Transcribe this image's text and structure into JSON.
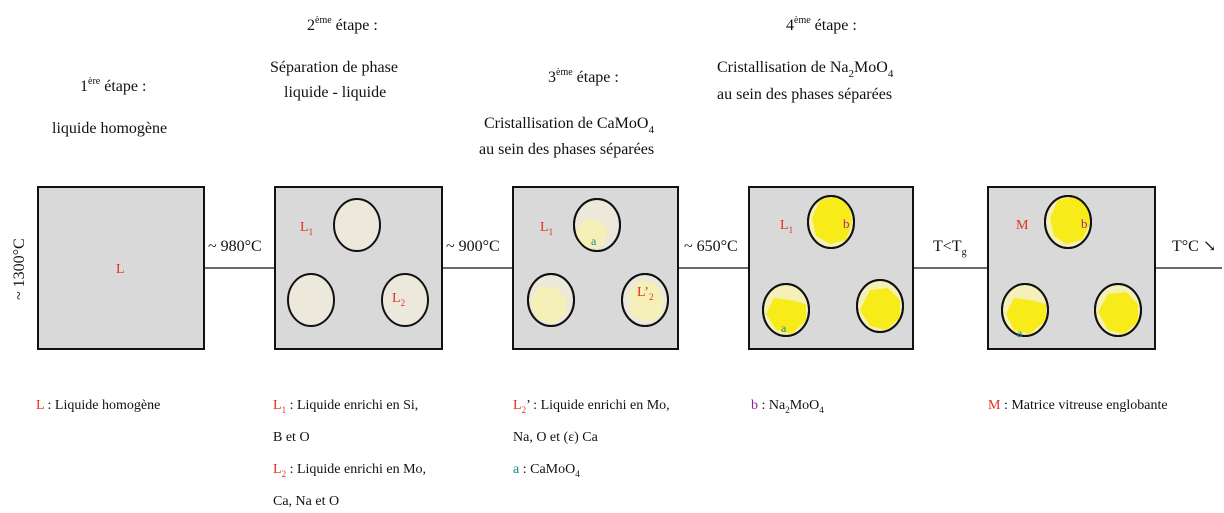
{
  "stages": [
    {
      "title_sup": "ère",
      "title_rest": " étape :",
      "title_num": "1",
      "desc": [
        "liquide homogène"
      ]
    },
    {
      "title_sup": "ème",
      "title_rest": " étape :",
      "title_num": "2",
      "desc": [
        "Séparation de phase",
        "liquide - liquide"
      ]
    },
    {
      "title_sup": "ème",
      "title_rest": " étape :",
      "title_num": "3",
      "desc_pre": "Cristallisation de CaMoO",
      "desc_sub": "4",
      "desc2": "au sein des phases séparées"
    },
    {
      "title_sup": "ème",
      "title_rest": " étape :",
      "title_num": "4",
      "desc_pre": "Cristallisation de Na",
      "desc_sub": "2",
      "desc_mid": "MoO",
      "desc_sub2": "4",
      "desc2": "au sein des phases séparées"
    }
  ],
  "temperatures": {
    "start": "~ 1300°C",
    "t1": "~ 980°C",
    "t2": "~ 900°C",
    "t3": "~ 650°C",
    "t4_pre": "T<T",
    "t4_sub": "g",
    "end": "T°C ↘"
  },
  "box_labels": {
    "L": "L",
    "L1": "L",
    "L1_sub": "1",
    "L2": "L",
    "L2_sub": "2",
    "L2p": "L’",
    "L2p_sub": "2",
    "a": "a",
    "b": "b",
    "M": "M"
  },
  "legend": {
    "L_key": "L",
    "L_text": " : Liquide homogène",
    "L1_key": "L",
    "L1_sub": "1",
    "L1_text": " : Liquide enrichi en Si,",
    "L1_text2": "B et O",
    "L2_key": "L",
    "L2_sub": "2",
    "L2_text": " : Liquide enrichi en Mo,",
    "L2_text2": "Ca, Na et O",
    "L2p_key": "L",
    "L2p_sub": "2",
    "L2p_text": "’ : Liquide enrichi en Mo,",
    "L2p_text2": "Na, O et (ε) Ca",
    "a_key": "a",
    "a_text_pre": " : CaMoO",
    "a_text_sub": "4",
    "b_key": "b",
    "b_text_pre": " : Na",
    "b_text_sub": "2",
    "b_text_mid": "MoO",
    "b_text_sub2": "4",
    "M_key": "M",
    "M_text": " : Matrice vitreuse englobante"
  },
  "colors": {
    "box_fill": "#d9d9d9",
    "droplet_plain": "#ece8dc",
    "droplet_pale_yellow": "#f4f0b8",
    "crystal_yellow": "#f7ec1a",
    "label_red": "#e0301e",
    "label_teal": "#178a8a",
    "label_purple": "#9b1f9b"
  }
}
